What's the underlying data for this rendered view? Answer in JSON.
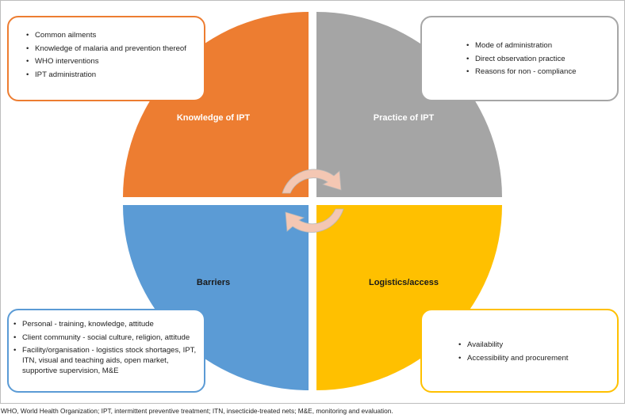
{
  "colors": {
    "knowledge": "#ED7D31",
    "practice": "#A5A5A5",
    "barriers": "#5B9BD5",
    "logistics": "#FFC000",
    "cycle_arrows": "#F4C7B3"
  },
  "quadrants": {
    "knowledge": "Knowledge of IPT",
    "practice": "Practice of IPT",
    "barriers": "Barriers",
    "logistics": "Logistics/access"
  },
  "boxes": {
    "knowledge": [
      "Common ailments",
      "Knowledge of malaria and prevention thereof",
      "WHO interventions",
      "IPT administration"
    ],
    "practice": [
      "Mode of administration",
      "Direct observation practice",
      "Reasons for non - compliance"
    ],
    "barriers": [
      "Personal - training, knowledge, attitude",
      "Client community - social culture, religion, attitude",
      "Facility/organisation - logistics stock shortages, IPT, ITN, visual and teaching aids, open market, supportive supervision, M&E"
    ],
    "logistics": [
      "Availability",
      "Accessibility and procurement"
    ]
  },
  "caption": "WHO, World Health Organization; IPT, intermittent preventive treatment; ITN, insecticide-treated nets; M&E, monitoring and evaluation."
}
